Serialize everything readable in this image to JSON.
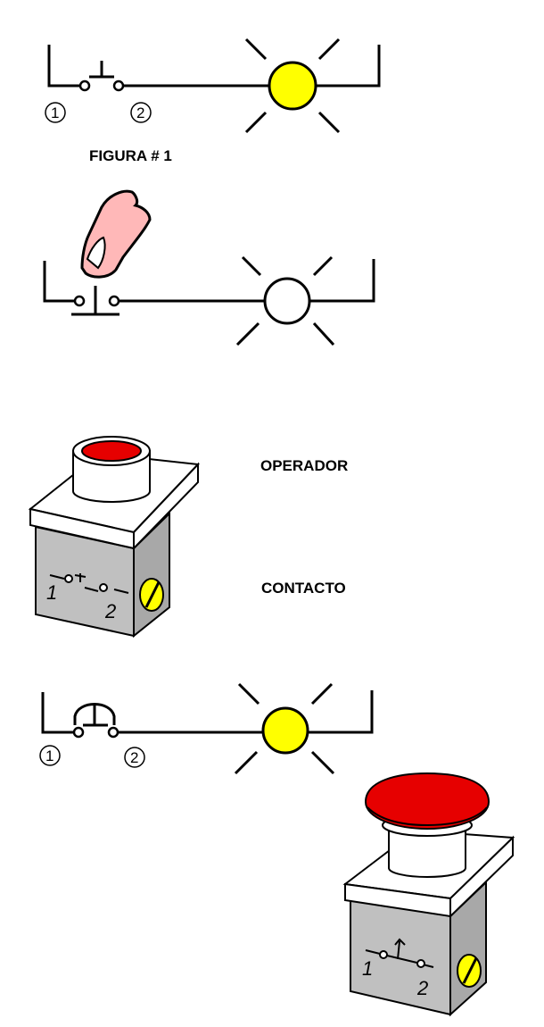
{
  "figure_label": "FIGURA # 1",
  "terminals": {
    "t1": "1",
    "t2": "2"
  },
  "labels": {
    "operator": "OPERADOR",
    "contact": "CONTACTO"
  },
  "colors": {
    "lamp_on": "#ffff00",
    "lamp_off": "#ffffff",
    "button_red": "#e60000",
    "finger": "#ffb8b8",
    "housing": "#c0c0c0",
    "screw": "#ffff00"
  },
  "diagrams": [
    {
      "id": "fig1",
      "switch": "normally-open",
      "lamp": "on"
    },
    {
      "id": "fig2",
      "switch": "pressed-by-finger",
      "lamp": "off"
    },
    {
      "id": "fig3",
      "switch": "normally-closed",
      "lamp": "on"
    }
  ]
}
